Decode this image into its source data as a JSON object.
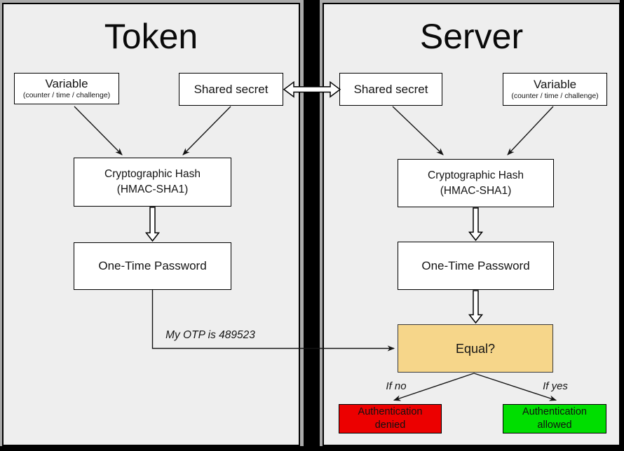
{
  "token_panel": {
    "title": "Token",
    "variable_box": {
      "label": "Variable",
      "sublabel": "(counter / time / challenge)"
    },
    "shared_secret_box": {
      "label": "Shared secret"
    },
    "hash_box": {
      "label_line1": "Cryptographic Hash",
      "label_line2": "(HMAC-SHA1)"
    },
    "otp_box": {
      "label": "One-Time Password"
    }
  },
  "server_panel": {
    "title": "Server",
    "shared_secret_box": {
      "label": "Shared secret"
    },
    "variable_box": {
      "label": "Variable",
      "sublabel": "(counter / time / challenge)"
    },
    "hash_box": {
      "label_line1": "Cryptographic Hash",
      "label_line2": "(HMAC-SHA1)"
    },
    "otp_box": {
      "label": "One-Time Password"
    },
    "equal_box": {
      "label": "Equal?"
    },
    "denied_box": {
      "label_line1": "Authentication",
      "label_line2": "denied"
    },
    "allowed_box": {
      "label_line1": "Authentication",
      "label_line2": "allowed"
    }
  },
  "annotations": {
    "otp_value": "My OTP is 489523",
    "if_no": "If no",
    "if_yes": "If yes"
  },
  "colors": {
    "panel_bg": "#eeeeee",
    "frame_gray": "#aaaaaa",
    "divider_black": "#000000",
    "box_fill": "#ffffff",
    "equal_fill": "#f6d68a",
    "denied_fill": "#ec0000",
    "allowed_fill": "#00de00"
  }
}
